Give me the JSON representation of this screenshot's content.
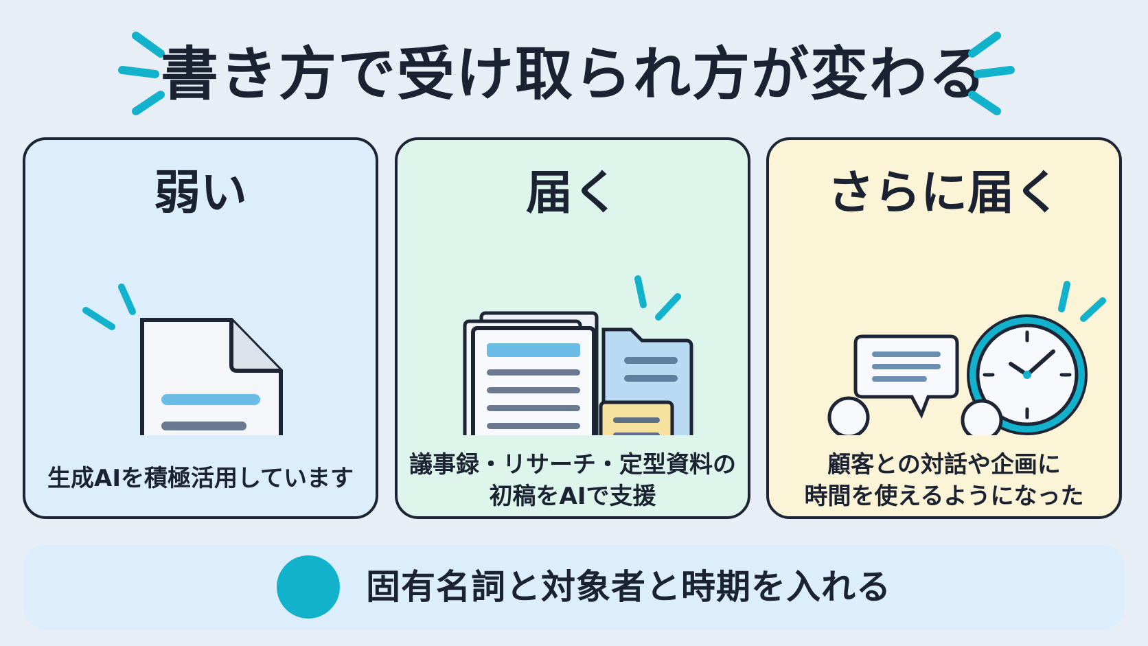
{
  "title": "書き方で受け取られ方が変わる",
  "cards": [
    {
      "heading": "弱い",
      "caption_lines": [
        "生成AIを積極活用しています"
      ]
    },
    {
      "heading": "届く",
      "caption_lines": [
        "議事録・リサーチ・定型資料の",
        "初稿をAIで支援"
      ]
    },
    {
      "heading": "さらに届く",
      "caption_lines": [
        "顧客との対話や企画に",
        "時間を使えるようになった"
      ]
    }
  ],
  "bottom": {
    "text": "固有名詞と対象者と時期を入れる"
  },
  "colors": {
    "accent": "#12b2cc",
    "card_blue": "#dcedfb",
    "card_green": "#def5ec",
    "card_yellow": "#fcf4d6",
    "ink": "#1b2232"
  },
  "icons": [
    "document-icon",
    "document-stack-icon",
    "people-chat-clock-icon"
  ]
}
